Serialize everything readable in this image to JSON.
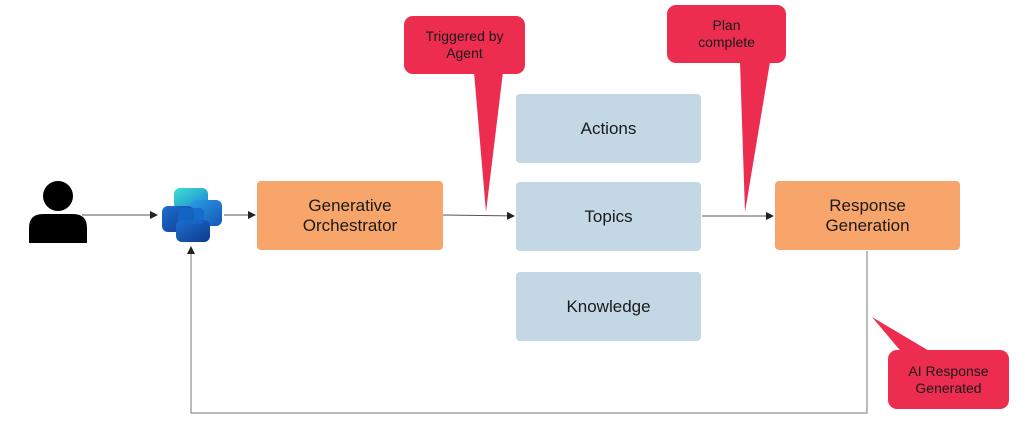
{
  "nodes": {
    "generative_orchestrator": "Generative\nOrchestrator",
    "actions": "Actions",
    "topics": "Topics",
    "knowledge": "Knowledge",
    "response_generation": "Response\nGeneration"
  },
  "callouts": {
    "triggered_by_agent": "Triggered by\nAgent",
    "plan_complete": "Plan\ncomplete",
    "ai_response_generated": "AI Response\nGenerated"
  },
  "icons": {
    "user": "person-icon",
    "copilot": "copilot-logo-icon"
  },
  "colors": {
    "orange": "#f7a56b",
    "blue": "#c4d7e4",
    "callout": "#ec2d50",
    "line": "#555555"
  }
}
